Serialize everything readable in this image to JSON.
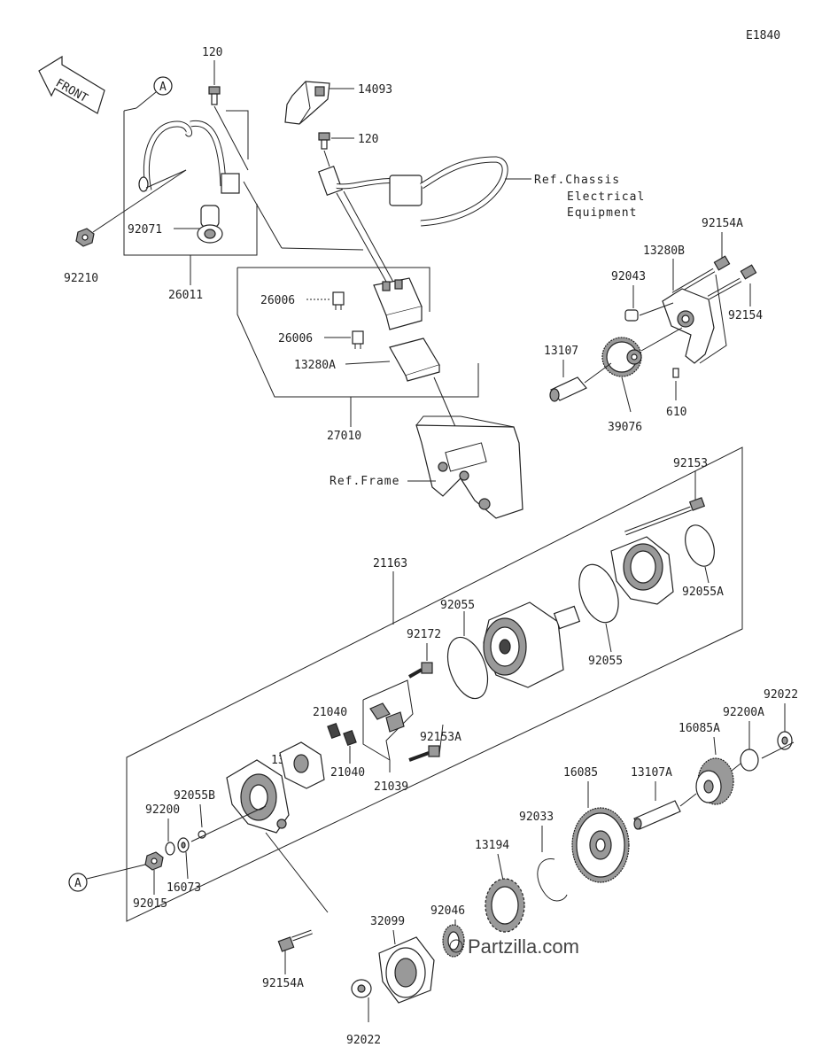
{
  "diagram_id": "E1840",
  "front_label": "FRONT",
  "ref_marker": "A",
  "watermark": "Partzilla.com",
  "refs": {
    "chassis_1": "Ref.Chassis",
    "chassis_2": "Electrical",
    "chassis_3": "Equipment",
    "frame": "Ref.Frame"
  },
  "labels": {
    "p120a": "120",
    "p14093": "14093",
    "p120b": "120",
    "p92210": "92210",
    "p92071": "92071",
    "p26011": "26011",
    "p26006a": "26006",
    "p26006b": "26006",
    "p13280A": "13280A",
    "p27010": "27010",
    "p92154A_top": "92154A",
    "p13280B": "13280B",
    "p92043": "92043",
    "p92154": "92154",
    "p13107": "13107",
    "p39076": "39076",
    "p610": "610",
    "p92153": "92153",
    "p21163": "21163",
    "p92055A": "92055A",
    "p92055_l": "92055",
    "p92055_r": "92055",
    "p92172": "92172",
    "p21040_t": "21040",
    "p13280": "13280",
    "p21040_b": "21040",
    "p92153A": "92153A",
    "p21039": "21039",
    "p92022_r": "92022",
    "p92200A": "92200A",
    "p16085A": "16085A",
    "p16085": "16085",
    "p13107A": "13107A",
    "p92055B": "92055B",
    "p92200": "92200",
    "p16073": "16073",
    "p92015": "92015",
    "p92033": "92033",
    "p13194": "13194",
    "p92046": "92046",
    "p32099": "32099",
    "p92154A_bot": "92154A",
    "p92022_b": "92022"
  }
}
